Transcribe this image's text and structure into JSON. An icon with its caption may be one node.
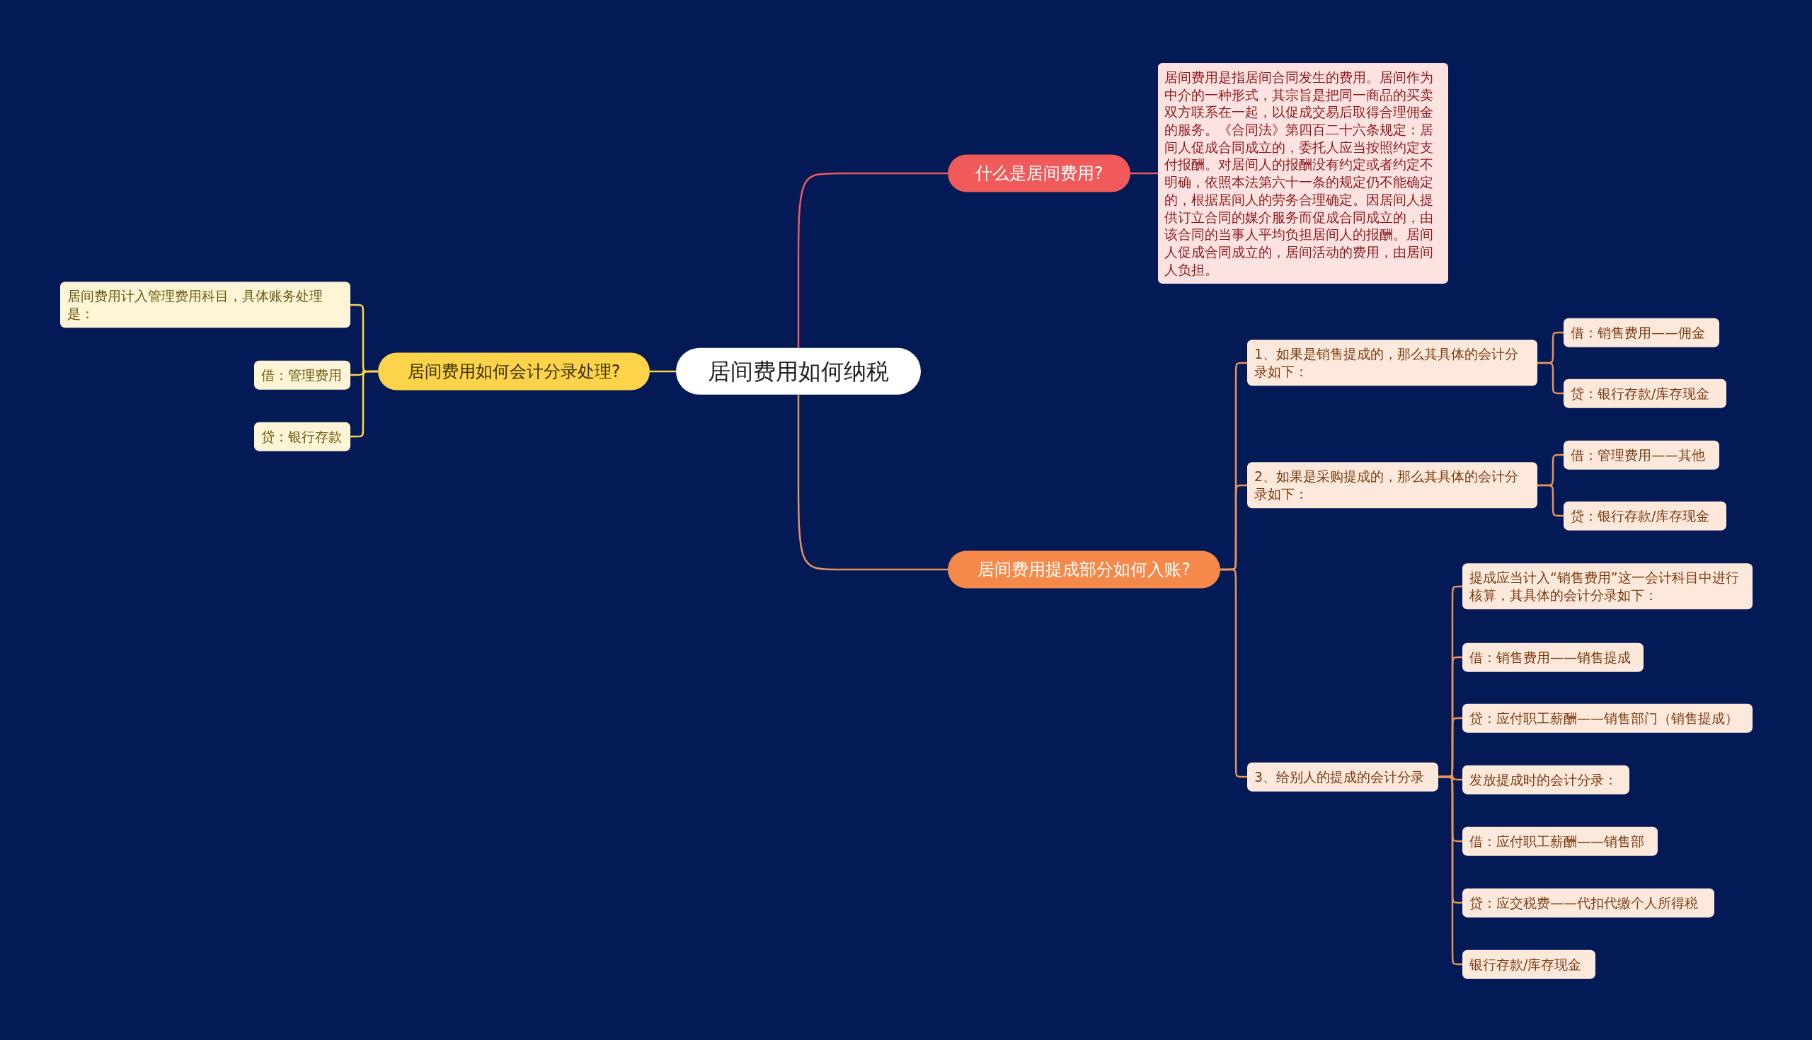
{
  "diagram": {
    "nodes": [
      {
        "text": [
          "居间费用如何纳税"
        ]
      },
      {
        "text": [
          "什么是居间费用?"
        ]
      },
      {
        "text": [
          "居间费用是指居间合同发生的费用。居间作为中介的一种形式，其宗旨是把同一商品的买卖双方联系在一起，以促成交易后取得合理佣金的服务。《合同法》第四百二十六条规定：居间人促成合同成立的，委托人应当按照约定支付报酬。对居间人的报酬没有约定或者约定不明确，依照本法第六十一条的规定仍不能确定的，根据居间人的劳务合理确定。因居间人提供订立合同的媒介服务而促成合同成立的，由该合同的当事人平均负担居间人的报酬。居间人促成合同成立的，居间活动的费用，由居间人负担。"
        ]
      },
      {
        "text": [
          "居间费用提成部分如何入账?"
        ]
      },
      {
        "text": [
          "1、如果是销售提成的，那么其具体的会计分录如下："
        ]
      },
      {
        "text": [
          "借：销售费用——佣金"
        ]
      },
      {
        "text": [
          "贷：银行存款/库存现金"
        ]
      },
      {
        "text": [
          "2、如果是采购提成的，那么其具体的会计分录如下："
        ]
      },
      {
        "text": [
          "借：管理费用——其他"
        ]
      },
      {
        "text": [
          "贷：银行存款/库存现金"
        ]
      },
      {
        "text": [
          "3、给别人的提成的会计分录"
        ]
      },
      {
        "text": [
          "提成应当计入“销售费用”这一会计科目中进行核算，其具体的会计分录如下："
        ]
      },
      {
        "text": [
          "借：销售费用——销售提成"
        ]
      },
      {
        "text": [
          "贷：应付职工薪酬——销售部门（销售提成）"
        ]
      },
      {
        "text": [
          "发放提成时的会计分录："
        ]
      },
      {
        "text": [
          "借：应付职工薪酬——销售部"
        ]
      },
      {
        "text": [
          "贷：应交税费——代扣代缴个人所得税"
        ]
      },
      {
        "text": [
          "银行存款/库存现金"
        ]
      },
      {
        "text": [
          "居间费用如何会计分录处理?"
        ]
      },
      {
        "text": [
          "居间费用计入管理费用科目，具体账务处理是："
        ]
      },
      {
        "text": [
          "借：管理费用"
        ]
      },
      {
        "text": [
          "贷：银行存款"
        ]
      }
    ],
    "edges": [
      {
        "from": 0,
        "to": 1,
        "arrow": "none",
        "color": "#f05a5a"
      },
      {
        "from": 1,
        "to": 2,
        "arrow": "none",
        "color": "#f05a5a"
      },
      {
        "from": 0,
        "to": 3,
        "arrow": "none"
      },
      {
        "from": 3,
        "to": 4,
        "arrow": "none"
      },
      {
        "from": 4,
        "to": 5,
        "arrow": "none"
      },
      {
        "from": 4,
        "to": 6,
        "arrow": "none"
      },
      {
        "from": 3,
        "to": 7,
        "arrow": "none"
      },
      {
        "from": 7,
        "to": 8,
        "arrow": "none"
      },
      {
        "from": 7,
        "to": 9,
        "arrow": "none"
      },
      {
        "from": 3,
        "to": 10,
        "arrow": "none"
      },
      {
        "from": 10,
        "to": 11,
        "arrow": "none"
      },
      {
        "from": 10,
        "to": 12,
        "arrow": "none"
      },
      {
        "from": 10,
        "to": 13,
        "arrow": "none"
      },
      {
        "from": 10,
        "to": 14,
        "arrow": "none"
      },
      {
        "from": 10,
        "to": 15,
        "arrow": "none"
      },
      {
        "from": 10,
        "to": 16,
        "arrow": "none"
      },
      {
        "from": 10,
        "to": 17,
        "arrow": "none"
      },
      {
        "from": 0,
        "to": 18,
        "arrow": "none",
        "color": "#fcd34a"
      },
      {
        "from": 18,
        "to": 19,
        "arrow": "none",
        "color": "#fcd34a"
      },
      {
        "from": 18,
        "to": 20,
        "arrow": "none",
        "color": "#fcd34a"
      },
      {
        "from": 18,
        "to": 21,
        "arrow": "none",
        "color": "#fcd34a"
      }
    ]
  }
}
